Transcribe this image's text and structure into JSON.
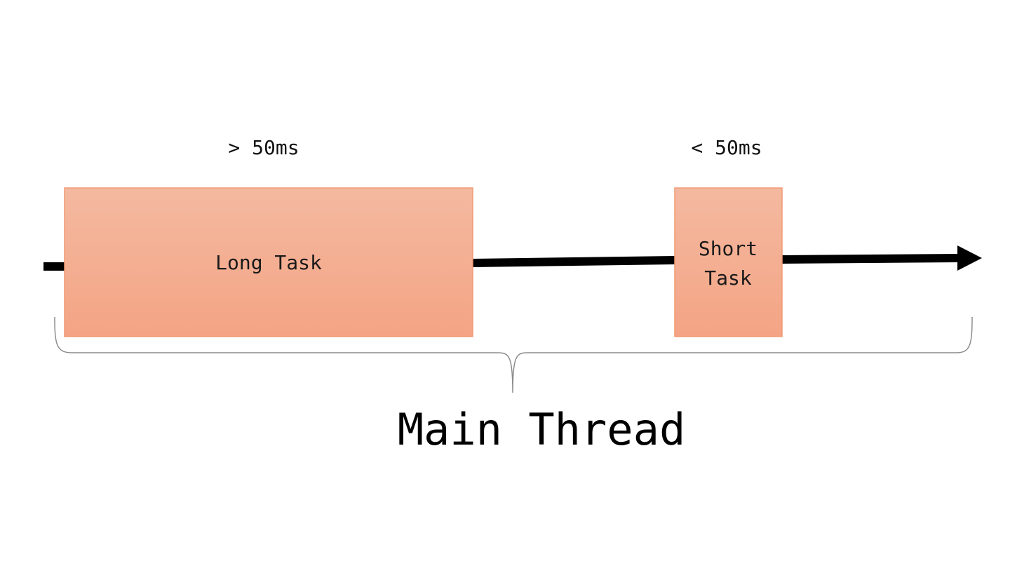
{
  "diagram": {
    "tasks": [
      {
        "name": "long-task",
        "label_lines": [
          "Long Task"
        ],
        "duration_label": "> 50ms"
      },
      {
        "name": "short-task",
        "label_lines": [
          "Short",
          "Task"
        ],
        "duration_label": "< 50ms"
      }
    ],
    "thread_label": "Main Thread",
    "colors": {
      "task_fill_top": "#f4b9a0",
      "task_fill_bottom": "#f4a484",
      "task_border": "#f09a74",
      "timeline": "#000000",
      "brace": "#8c8c8c"
    }
  }
}
